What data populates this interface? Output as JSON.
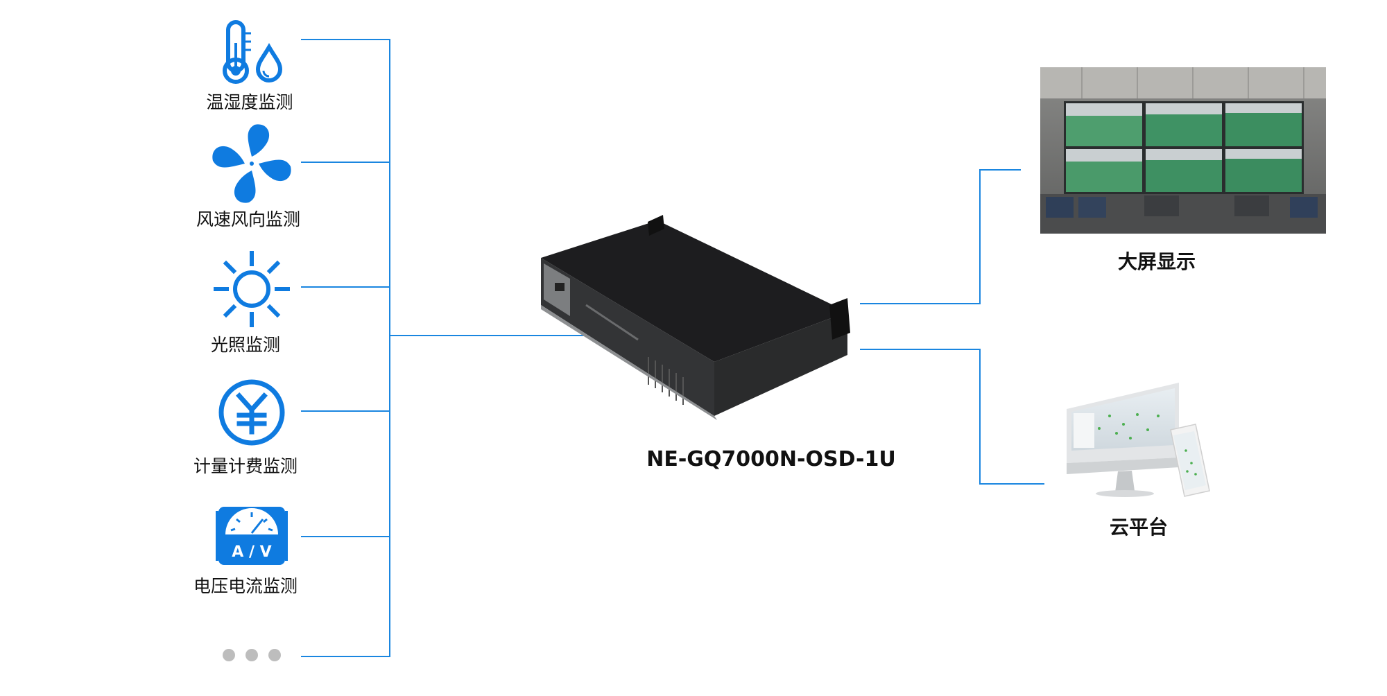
{
  "sensors": [
    {
      "label": "温湿度监测",
      "icon": "thermometer-humidity-icon"
    },
    {
      "label": "风速风向监测",
      "icon": "fan-icon"
    },
    {
      "label": "光照监测",
      "icon": "sun-icon"
    },
    {
      "label": "计量计费监测",
      "icon": "yuan-icon"
    },
    {
      "label": "电压电流监测",
      "icon": "voltmeter-icon"
    }
  ],
  "more_icon": "ellipsis-icon",
  "device": {
    "model": "NE-GQ7000N-OSD-1U",
    "icon": "rack-server-icon"
  },
  "outputs": [
    {
      "label": "大屏显示",
      "icon": "video-wall-photo"
    },
    {
      "label": "云平台",
      "icon": "monitor-phone-icon"
    }
  ],
  "colors": {
    "line": "#1a86e0",
    "icon": "#0f7be0",
    "dots": "#bdbdbd"
  }
}
